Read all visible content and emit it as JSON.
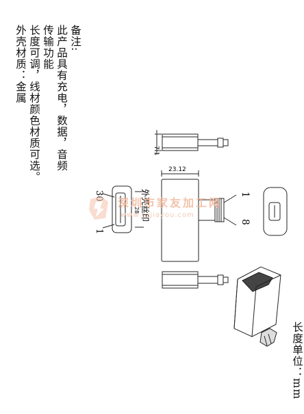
{
  "notes": {
    "heading": "备注:",
    "lines": [
      "此产品具有充电，数据，音频",
      "传输功能",
      "长度可调，线材颜色材质可选。",
      "外壳材质：金属"
    ]
  },
  "unit_label": "长度单位：mm",
  "dims": {
    "top_dim": "7.1",
    "width_dim": "23.12",
    "front_dim": "28"
  },
  "pins": {
    "pin_30": "30",
    "pin_1_left": "1",
    "pin_1_right": "1",
    "pin_8": "8"
  },
  "silkscreen_label": "外壳丝印",
  "watermark": {
    "cn": "深圳市家友加工网",
    "url": "www.szjiayou.com"
  },
  "colors": {
    "line": "#222222",
    "watermark": "#f3b89c"
  }
}
